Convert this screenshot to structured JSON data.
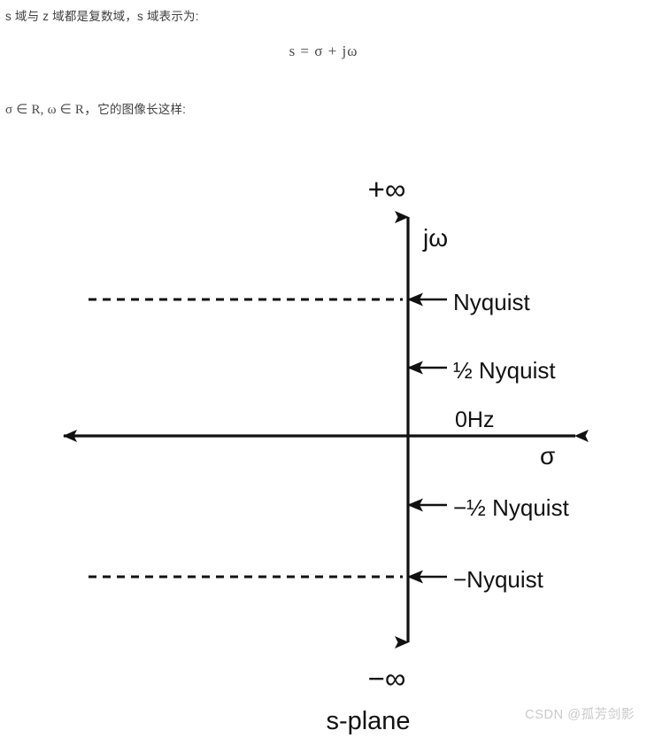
{
  "page": {
    "background_color": "#ffffff",
    "text_color": "#3f3f3f",
    "figure_ink_color": "#111111"
  },
  "article": {
    "line_1": "s 域与 z 域都是复数域，s 域表示为:",
    "formula": "s = σ + jω",
    "line_2_math_1": "σ ∈ R,",
    "line_2_math_2": "ω ∈ R，",
    "line_2_tail": "它的图像长这样:"
  },
  "figure": {
    "caption": "s-plane",
    "axis_vertical_label": "jω",
    "axis_horizontal_label": "σ",
    "top_infinity": "+∞",
    "bottom_infinity": "−∞",
    "origin_label": "0Hz",
    "markers": [
      {
        "id": "nyquist-positive",
        "label": "Nyquist",
        "dashed": true
      },
      {
        "id": "half-nyquist-positive",
        "label": "½ Nyquist",
        "dashed": false
      },
      {
        "id": "half-nyquist-negative",
        "label": "−½ Nyquist",
        "dashed": false
      },
      {
        "id": "nyquist-negative",
        "label": "−Nyquist",
        "dashed": true
      }
    ]
  },
  "watermark": {
    "text": "CSDN @孤芳剑影"
  }
}
